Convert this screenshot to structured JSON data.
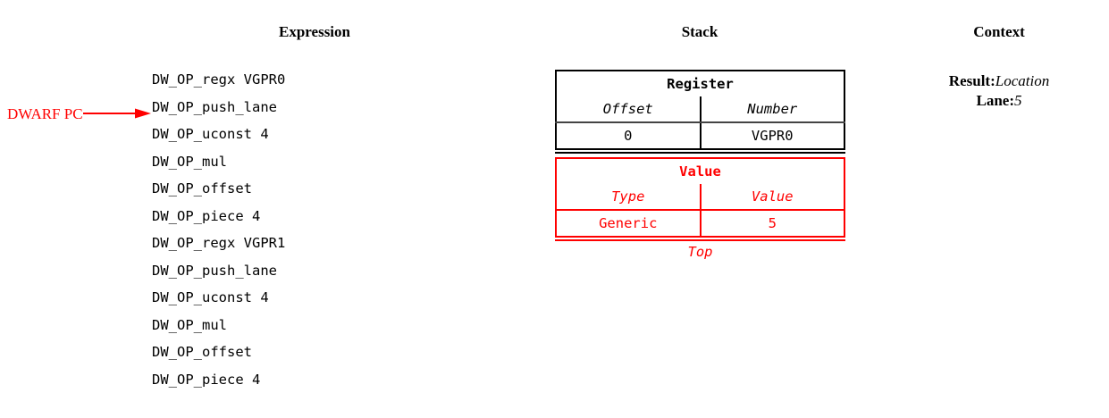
{
  "headers": {
    "expression": "Expression",
    "stack": "Stack",
    "context": "Context"
  },
  "pointer": {
    "label": "DWARF PC",
    "icon": "right-arrow-icon",
    "color": "#ff0000",
    "points_to_line_index": 2
  },
  "expression": {
    "lines": [
      "DW_OP_regx VGPR0",
      "DW_OP_push_lane",
      "DW_OP_uconst 4",
      "DW_OP_mul",
      "DW_OP_offset",
      "DW_OP_piece 4",
      "DW_OP_regx VGPR1",
      "DW_OP_push_lane",
      "DW_OP_uconst 4",
      "DW_OP_mul",
      "DW_OP_offset",
      "DW_OP_piece 4"
    ]
  },
  "stack": {
    "entries": [
      {
        "title": "Register",
        "color": "#000000",
        "columns": [
          "Offset",
          "Number"
        ],
        "values": [
          "0",
          "VGPR0"
        ],
        "top_marker": ""
      },
      {
        "title": "Value",
        "color": "#ff0000",
        "columns": [
          "Type",
          "Value"
        ],
        "values": [
          "Generic",
          "5"
        ],
        "top_marker": "Top"
      }
    ]
  },
  "context": {
    "rows": [
      {
        "key": "Result:",
        "value": "Location"
      },
      {
        "key": "Lane:",
        "value": "5"
      }
    ]
  }
}
